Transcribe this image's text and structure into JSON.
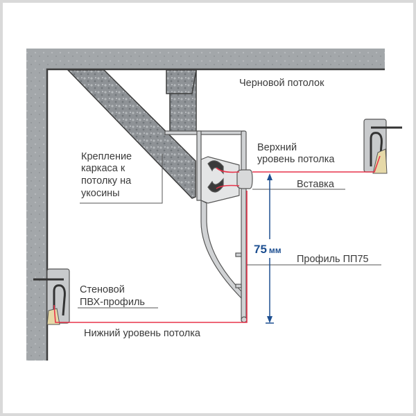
{
  "labels": {
    "rough_ceiling": "Черновой потолок",
    "upper_level_1": "Верхний",
    "upper_level_2": "уровень потолка",
    "insert": "Вставка",
    "frame_mount_1": "Крепление",
    "frame_mount_2": "каркаса к",
    "frame_mount_3": "потолку на",
    "frame_mount_4": "укосины",
    "profile": "Профиль ПП75",
    "wall_profile_1": "Стеновой",
    "wall_profile_2": "ПВХ-профиль",
    "lower_level": "Нижний уровень потолка"
  },
  "dimension": {
    "value": "75",
    "unit": "мм"
  },
  "colors": {
    "concrete": "#9fa3a6",
    "membrane": "#e8334a",
    "dimension": "#1d4f91",
    "profile": "#d0d2d4",
    "outline": "#3c3c3c"
  }
}
